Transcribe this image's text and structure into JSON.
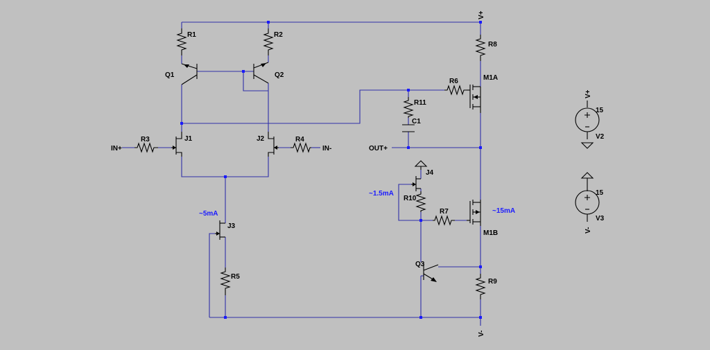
{
  "labels": {
    "r1": "R1",
    "r2": "R2",
    "r3": "R3",
    "r4": "R4",
    "r5": "R5",
    "r6": "R6",
    "r7": "R7",
    "r8": "R8",
    "r9": "R9",
    "r10": "R10",
    "r11": "R11",
    "c1": "C1",
    "q1": "Q1",
    "q2": "Q2",
    "q3": "Q3",
    "j1": "J1",
    "j2": "J2",
    "j3": "J3",
    "j4": "J4",
    "m1a": "M1A",
    "m1b": "M1B",
    "v2": "V2",
    "v3": "V3",
    "v2_value": "15",
    "v3_value": "15"
  },
  "nets": {
    "vplus_top": "V+",
    "vminus_bottom": "V-",
    "vplus_src": "V+",
    "vminus_src": "V-",
    "in_plus": "IN+",
    "in_minus": "IN-",
    "out_plus": "OUT+"
  },
  "annotations": {
    "j3_current": "~5mA",
    "j4_current": "~1.5mA",
    "m1b_current": "~15mA"
  },
  "colors": {
    "background": "#c0c0c0",
    "wire": "#3030a8",
    "component": "#000000",
    "annotation": "#1a1aff"
  }
}
